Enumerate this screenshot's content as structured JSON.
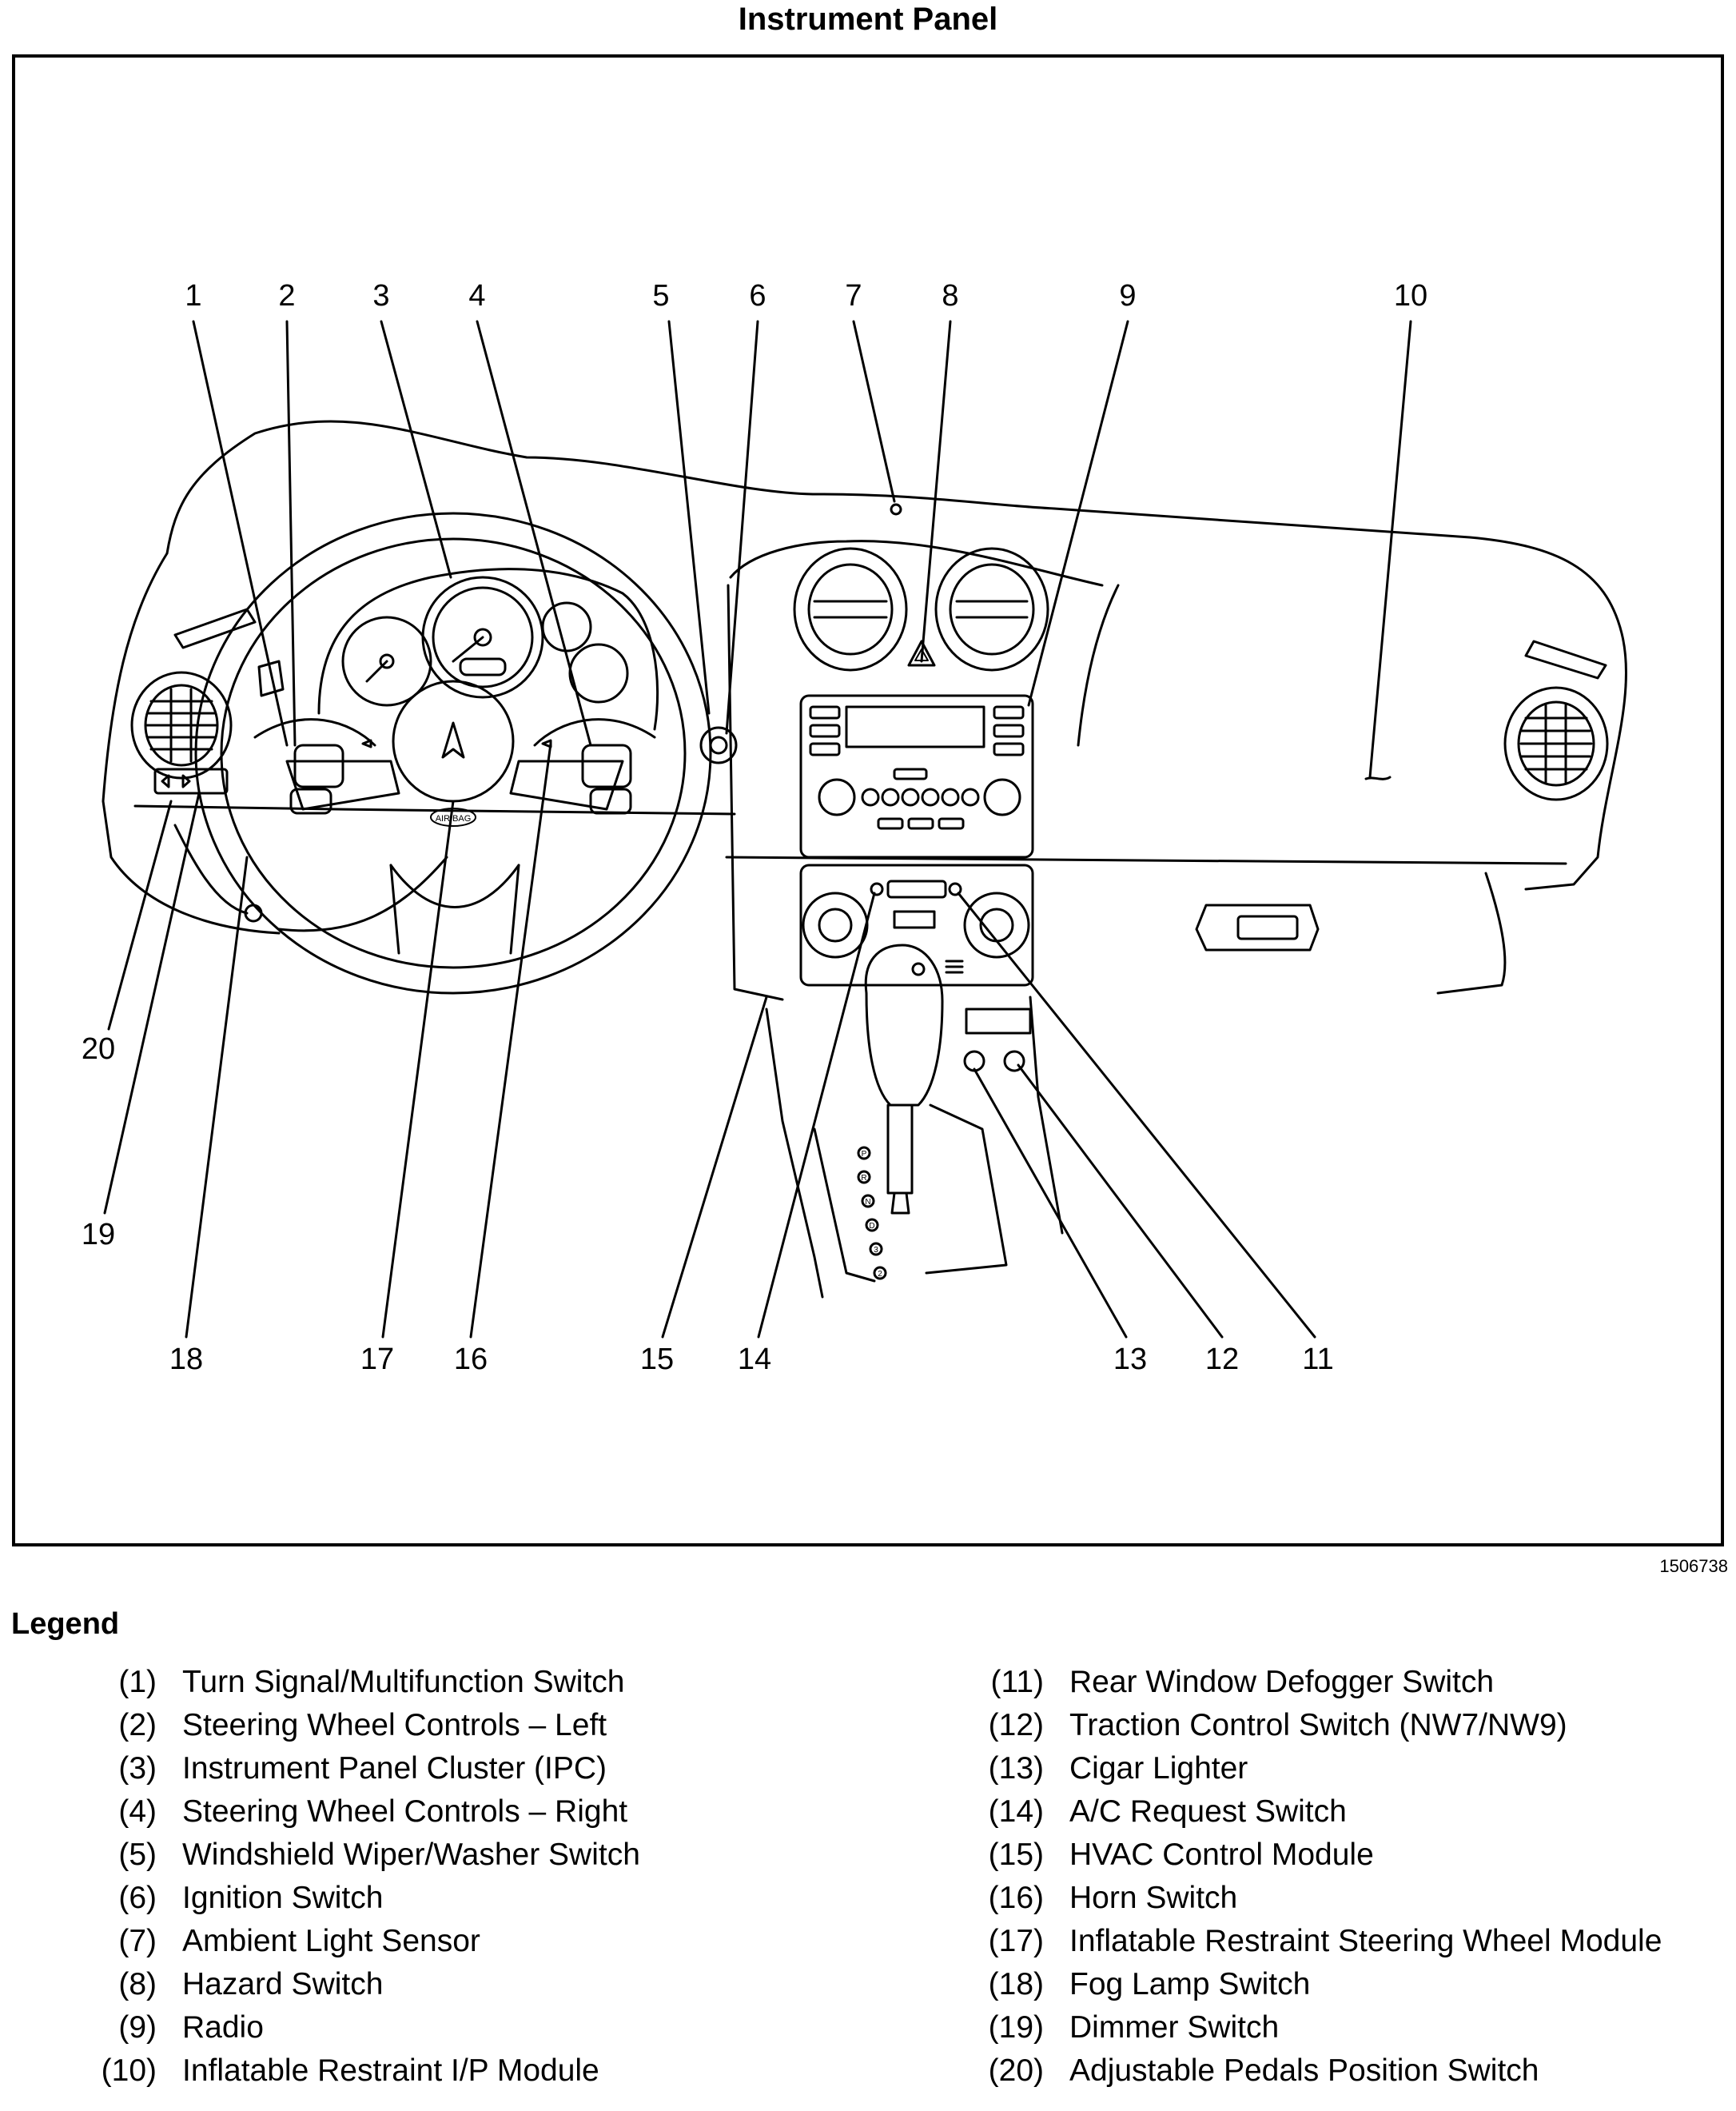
{
  "title": "Instrument Panel",
  "figure_id": "1506738",
  "callouts": [
    "1",
    "2",
    "3",
    "4",
    "5",
    "6",
    "7",
    "8",
    "9",
    "10",
    "11",
    "12",
    "13",
    "14",
    "15",
    "16",
    "17",
    "18",
    "19",
    "20"
  ],
  "dash_marks": {
    "airbag": "AIR BAG",
    "prnd": [
      "P",
      "R",
      "N",
      "D",
      "3",
      "2"
    ]
  },
  "legend": {
    "title": "Legend",
    "left": [
      {
        "num": "(1)",
        "label": "Turn Signal/Multifunction Switch"
      },
      {
        "num": "(2)",
        "label": "Steering Wheel Controls – Left"
      },
      {
        "num": "(3)",
        "label": "Instrument Panel Cluster (IPC)"
      },
      {
        "num": "(4)",
        "label": "Steering Wheel Controls – Right"
      },
      {
        "num": "(5)",
        "label": "Windshield Wiper/Washer Switch"
      },
      {
        "num": "(6)",
        "label": "Ignition Switch"
      },
      {
        "num": "(7)",
        "label": "Ambient Light Sensor"
      },
      {
        "num": "(8)",
        "label": "Hazard Switch"
      },
      {
        "num": "(9)",
        "label": "Radio"
      },
      {
        "num": "(10)",
        "label": "Inflatable Restraint I/P Module"
      }
    ],
    "right": [
      {
        "num": "(11)",
        "label": "Rear Window Defogger Switch"
      },
      {
        "num": "(12)",
        "label": "Traction Control Switch (NW7/NW9)"
      },
      {
        "num": "(13)",
        "label": "Cigar Lighter"
      },
      {
        "num": "(14)",
        "label": "A/C Request Switch"
      },
      {
        "num": "(15)",
        "label": "HVAC Control Module"
      },
      {
        "num": "(16)",
        "label": "Horn Switch"
      },
      {
        "num": "(17)",
        "label": "Inflatable Restraint Steering Wheel Module"
      },
      {
        "num": "(18)",
        "label": "Fog Lamp Switch"
      },
      {
        "num": "(19)",
        "label": "Dimmer Switch"
      },
      {
        "num": "(20)",
        "label": "Adjustable Pedals Position Switch"
      }
    ]
  }
}
